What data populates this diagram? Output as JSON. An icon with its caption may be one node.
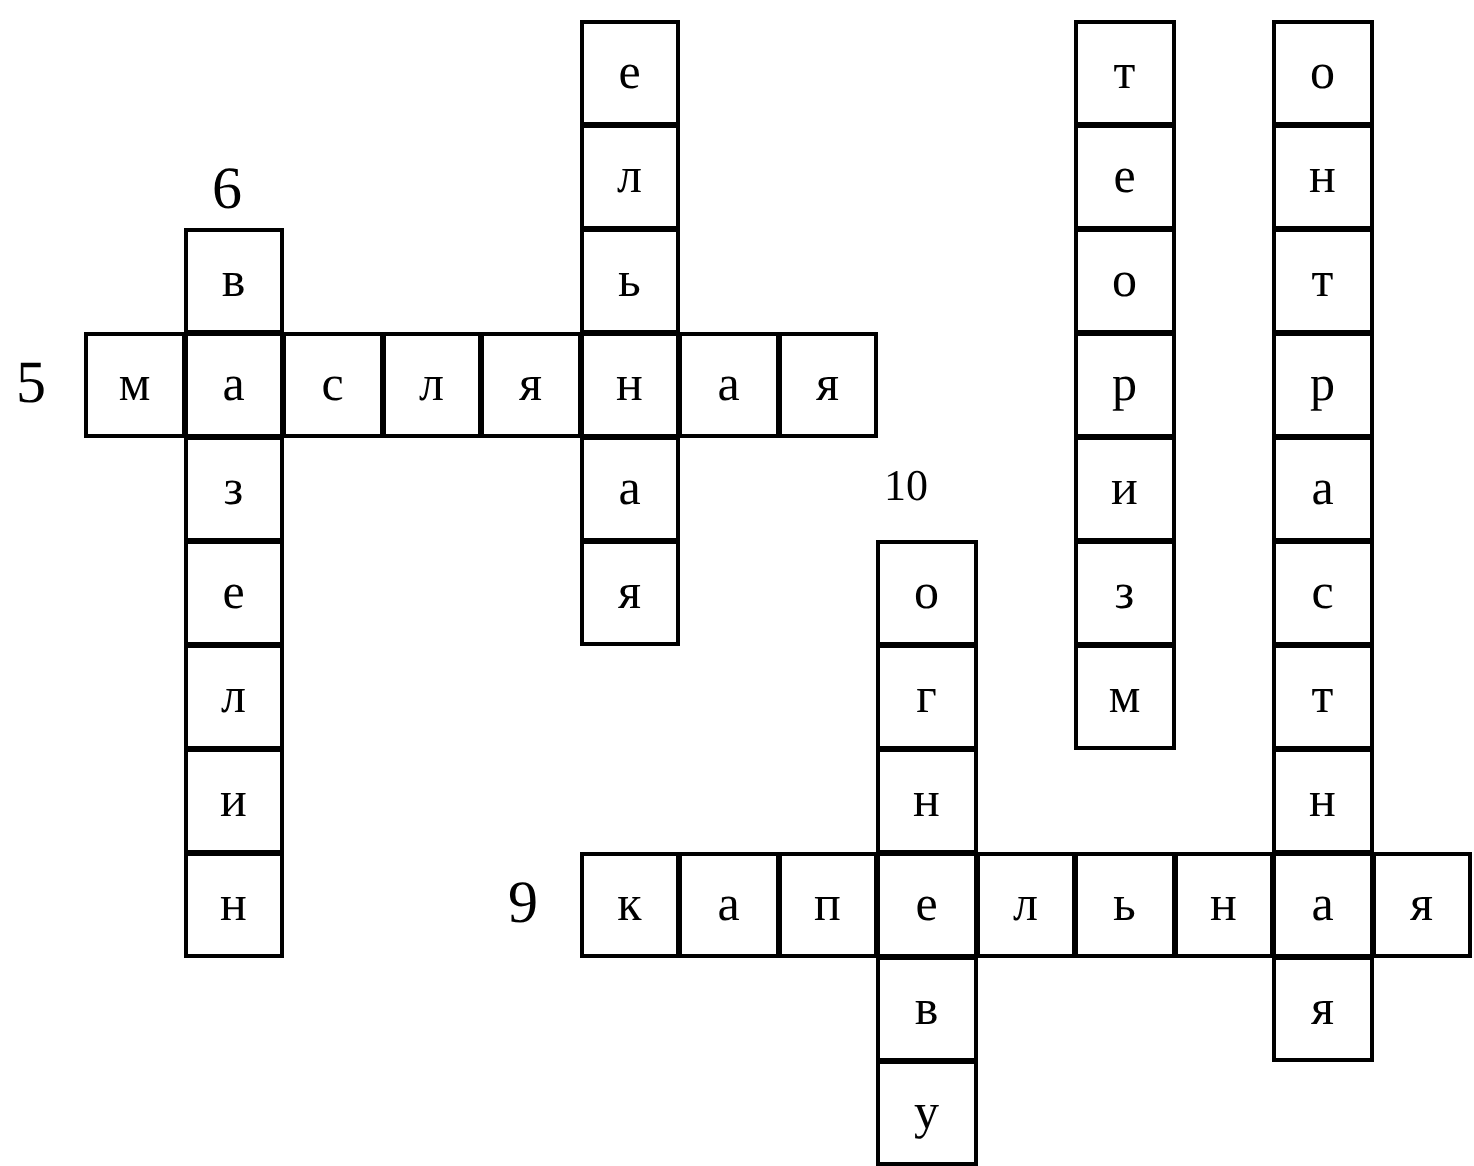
{
  "diagram": {
    "nodes": [
      {
        "text": [
          "е"
        ]
      },
      {
        "text": [
          "т"
        ]
      },
      {
        "text": [
          "о"
        ]
      },
      {
        "text": [
          "л"
        ]
      },
      {
        "text": [
          "е"
        ]
      },
      {
        "text": [
          "н"
        ]
      },
      {
        "text": [
          "в"
        ]
      },
      {
        "text": [
          "ь"
        ]
      },
      {
        "text": [
          "о"
        ]
      },
      {
        "text": [
          "т"
        ]
      },
      {
        "text": [
          "м"
        ]
      },
      {
        "text": [
          "а"
        ]
      },
      {
        "text": [
          "с"
        ]
      },
      {
        "text": [
          "л"
        ]
      },
      {
        "text": [
          "я"
        ]
      },
      {
        "text": [
          "н"
        ]
      },
      {
        "text": [
          "а"
        ]
      },
      {
        "text": [
          "я"
        ]
      },
      {
        "text": [
          "р"
        ]
      },
      {
        "text": [
          "р"
        ]
      },
      {
        "text": [
          "з"
        ]
      },
      {
        "text": [
          "а"
        ]
      },
      {
        "text": [
          "и"
        ]
      },
      {
        "text": [
          "а"
        ]
      },
      {
        "text": [
          "е"
        ]
      },
      {
        "text": [
          "я"
        ]
      },
      {
        "text": [
          "о"
        ]
      },
      {
        "text": [
          "з"
        ]
      },
      {
        "text": [
          "с"
        ]
      },
      {
        "text": [
          "л"
        ]
      },
      {
        "text": [
          "г"
        ]
      },
      {
        "text": [
          "м"
        ]
      },
      {
        "text": [
          "т"
        ]
      },
      {
        "text": [
          "и"
        ]
      },
      {
        "text": [
          "н"
        ]
      },
      {
        "text": [
          "н"
        ]
      },
      {
        "text": [
          "н"
        ]
      },
      {
        "text": [
          "к"
        ]
      },
      {
        "text": [
          "а"
        ]
      },
      {
        "text": [
          "п"
        ]
      },
      {
        "text": [
          "е"
        ]
      },
      {
        "text": [
          "л"
        ]
      },
      {
        "text": [
          "ь"
        ]
      },
      {
        "text": [
          "н"
        ]
      },
      {
        "text": [
          "а"
        ]
      },
      {
        "text": [
          "я"
        ]
      },
      {
        "text": [
          "в"
        ]
      },
      {
        "text": [
          "я"
        ]
      },
      {
        "text": [
          "у"
        ]
      }
    ],
    "labels": [
      "6",
      "5",
      "10",
      "9"
    ]
  }
}
